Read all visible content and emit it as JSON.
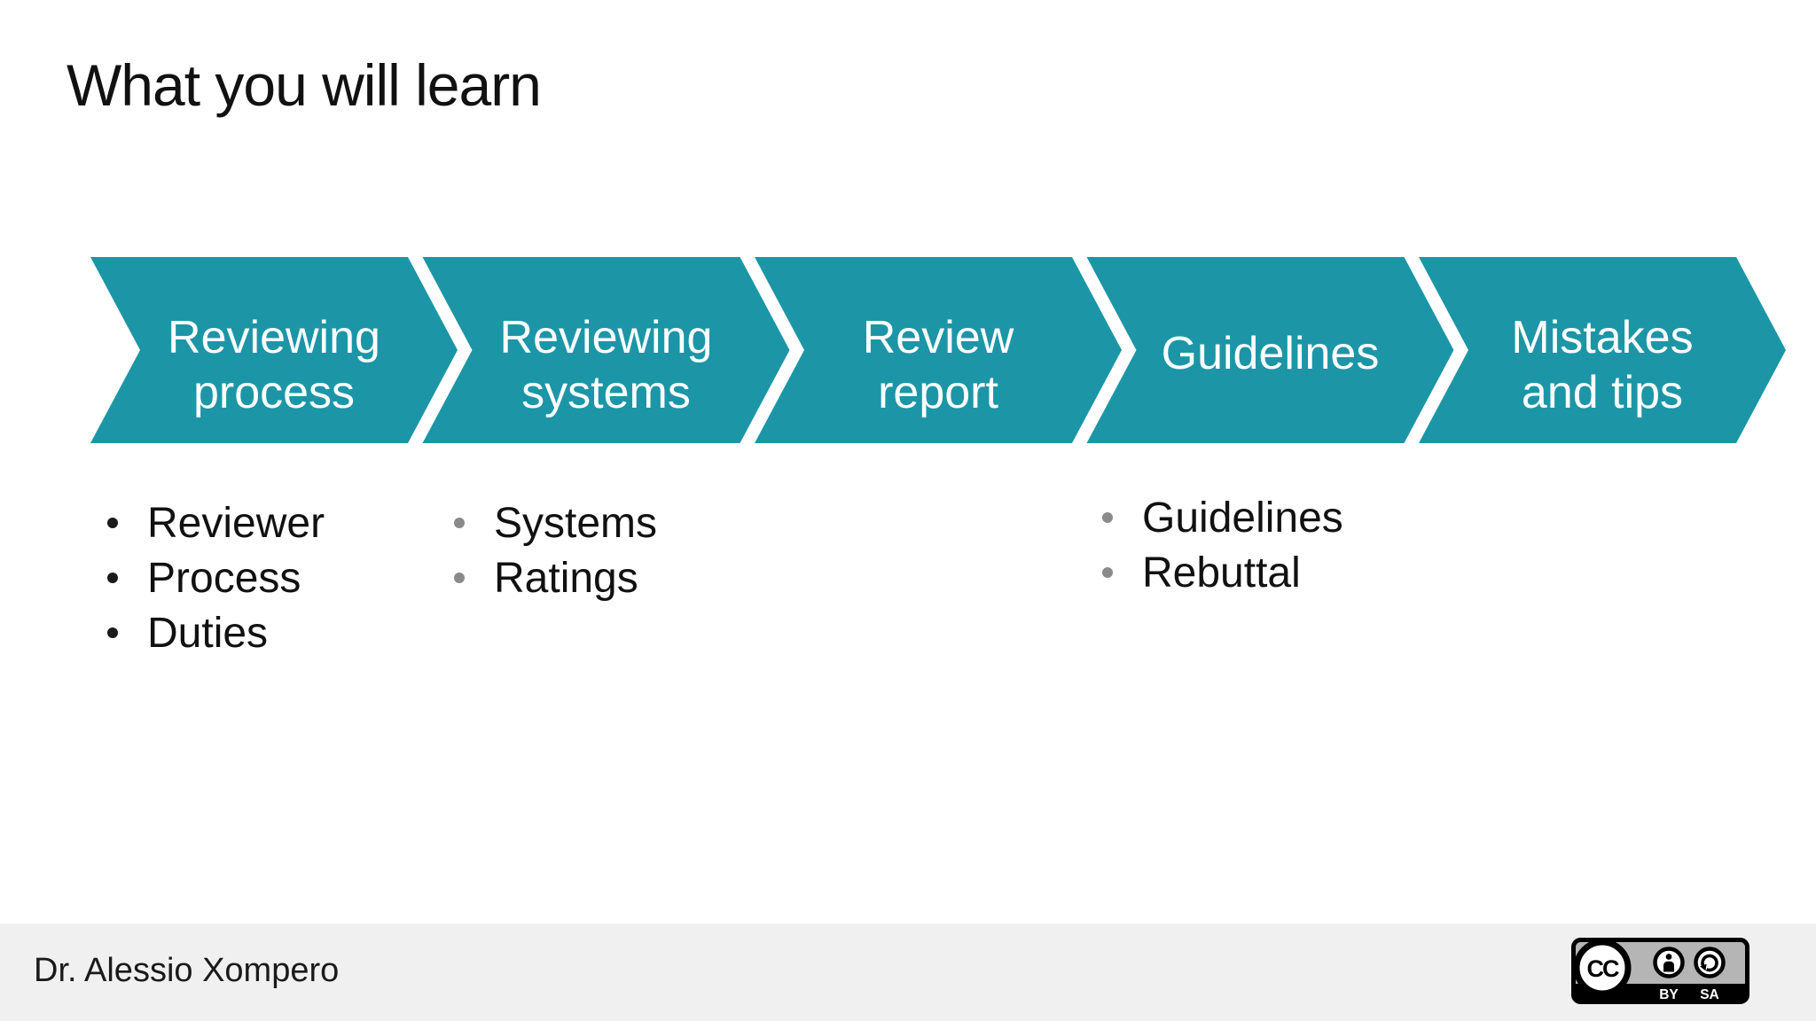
{
  "slide": {
    "title": "What you will learn",
    "background_color": "#ffffff"
  },
  "process_arrows": {
    "shape": "chevron",
    "fill_color": "#1C96A7",
    "text_color": "#ffffff",
    "steps": [
      {
        "label": "Reviewing process",
        "lines": [
          "Reviewing",
          "process"
        ]
      },
      {
        "label": "Reviewing systems",
        "lines": [
          "Reviewing",
          "systems"
        ]
      },
      {
        "label": "Review report",
        "lines": [
          "Review",
          "report"
        ]
      },
      {
        "label": "Guidelines",
        "lines": [
          "Guidelines"
        ]
      },
      {
        "label": "Mistakes and tips",
        "lines": [
          "Mistakes",
          "and tips"
        ]
      }
    ]
  },
  "bullet_lists": [
    {
      "under_step": "Reviewing process",
      "bullet_color": "#1a1a1a",
      "items": [
        "Reviewer",
        "Process",
        "Duties"
      ]
    },
    {
      "under_step": "Reviewing systems",
      "bullet_color": "#8a8a8a",
      "items": [
        "Systems",
        "Ratings"
      ]
    },
    {
      "under_step": "Guidelines",
      "bullet_color": "#8a8a8a",
      "items": [
        "Guidelines",
        "Rebuttal"
      ]
    }
  ],
  "footer": {
    "background_color": "#f0f0f0",
    "author": "Dr. Alessio Xompero",
    "license_badge": {
      "name": "Creative Commons BY-SA",
      "plate_color": "#b5b5b5",
      "cc_label": "CC",
      "labels": [
        "BY",
        "SA"
      ]
    }
  }
}
